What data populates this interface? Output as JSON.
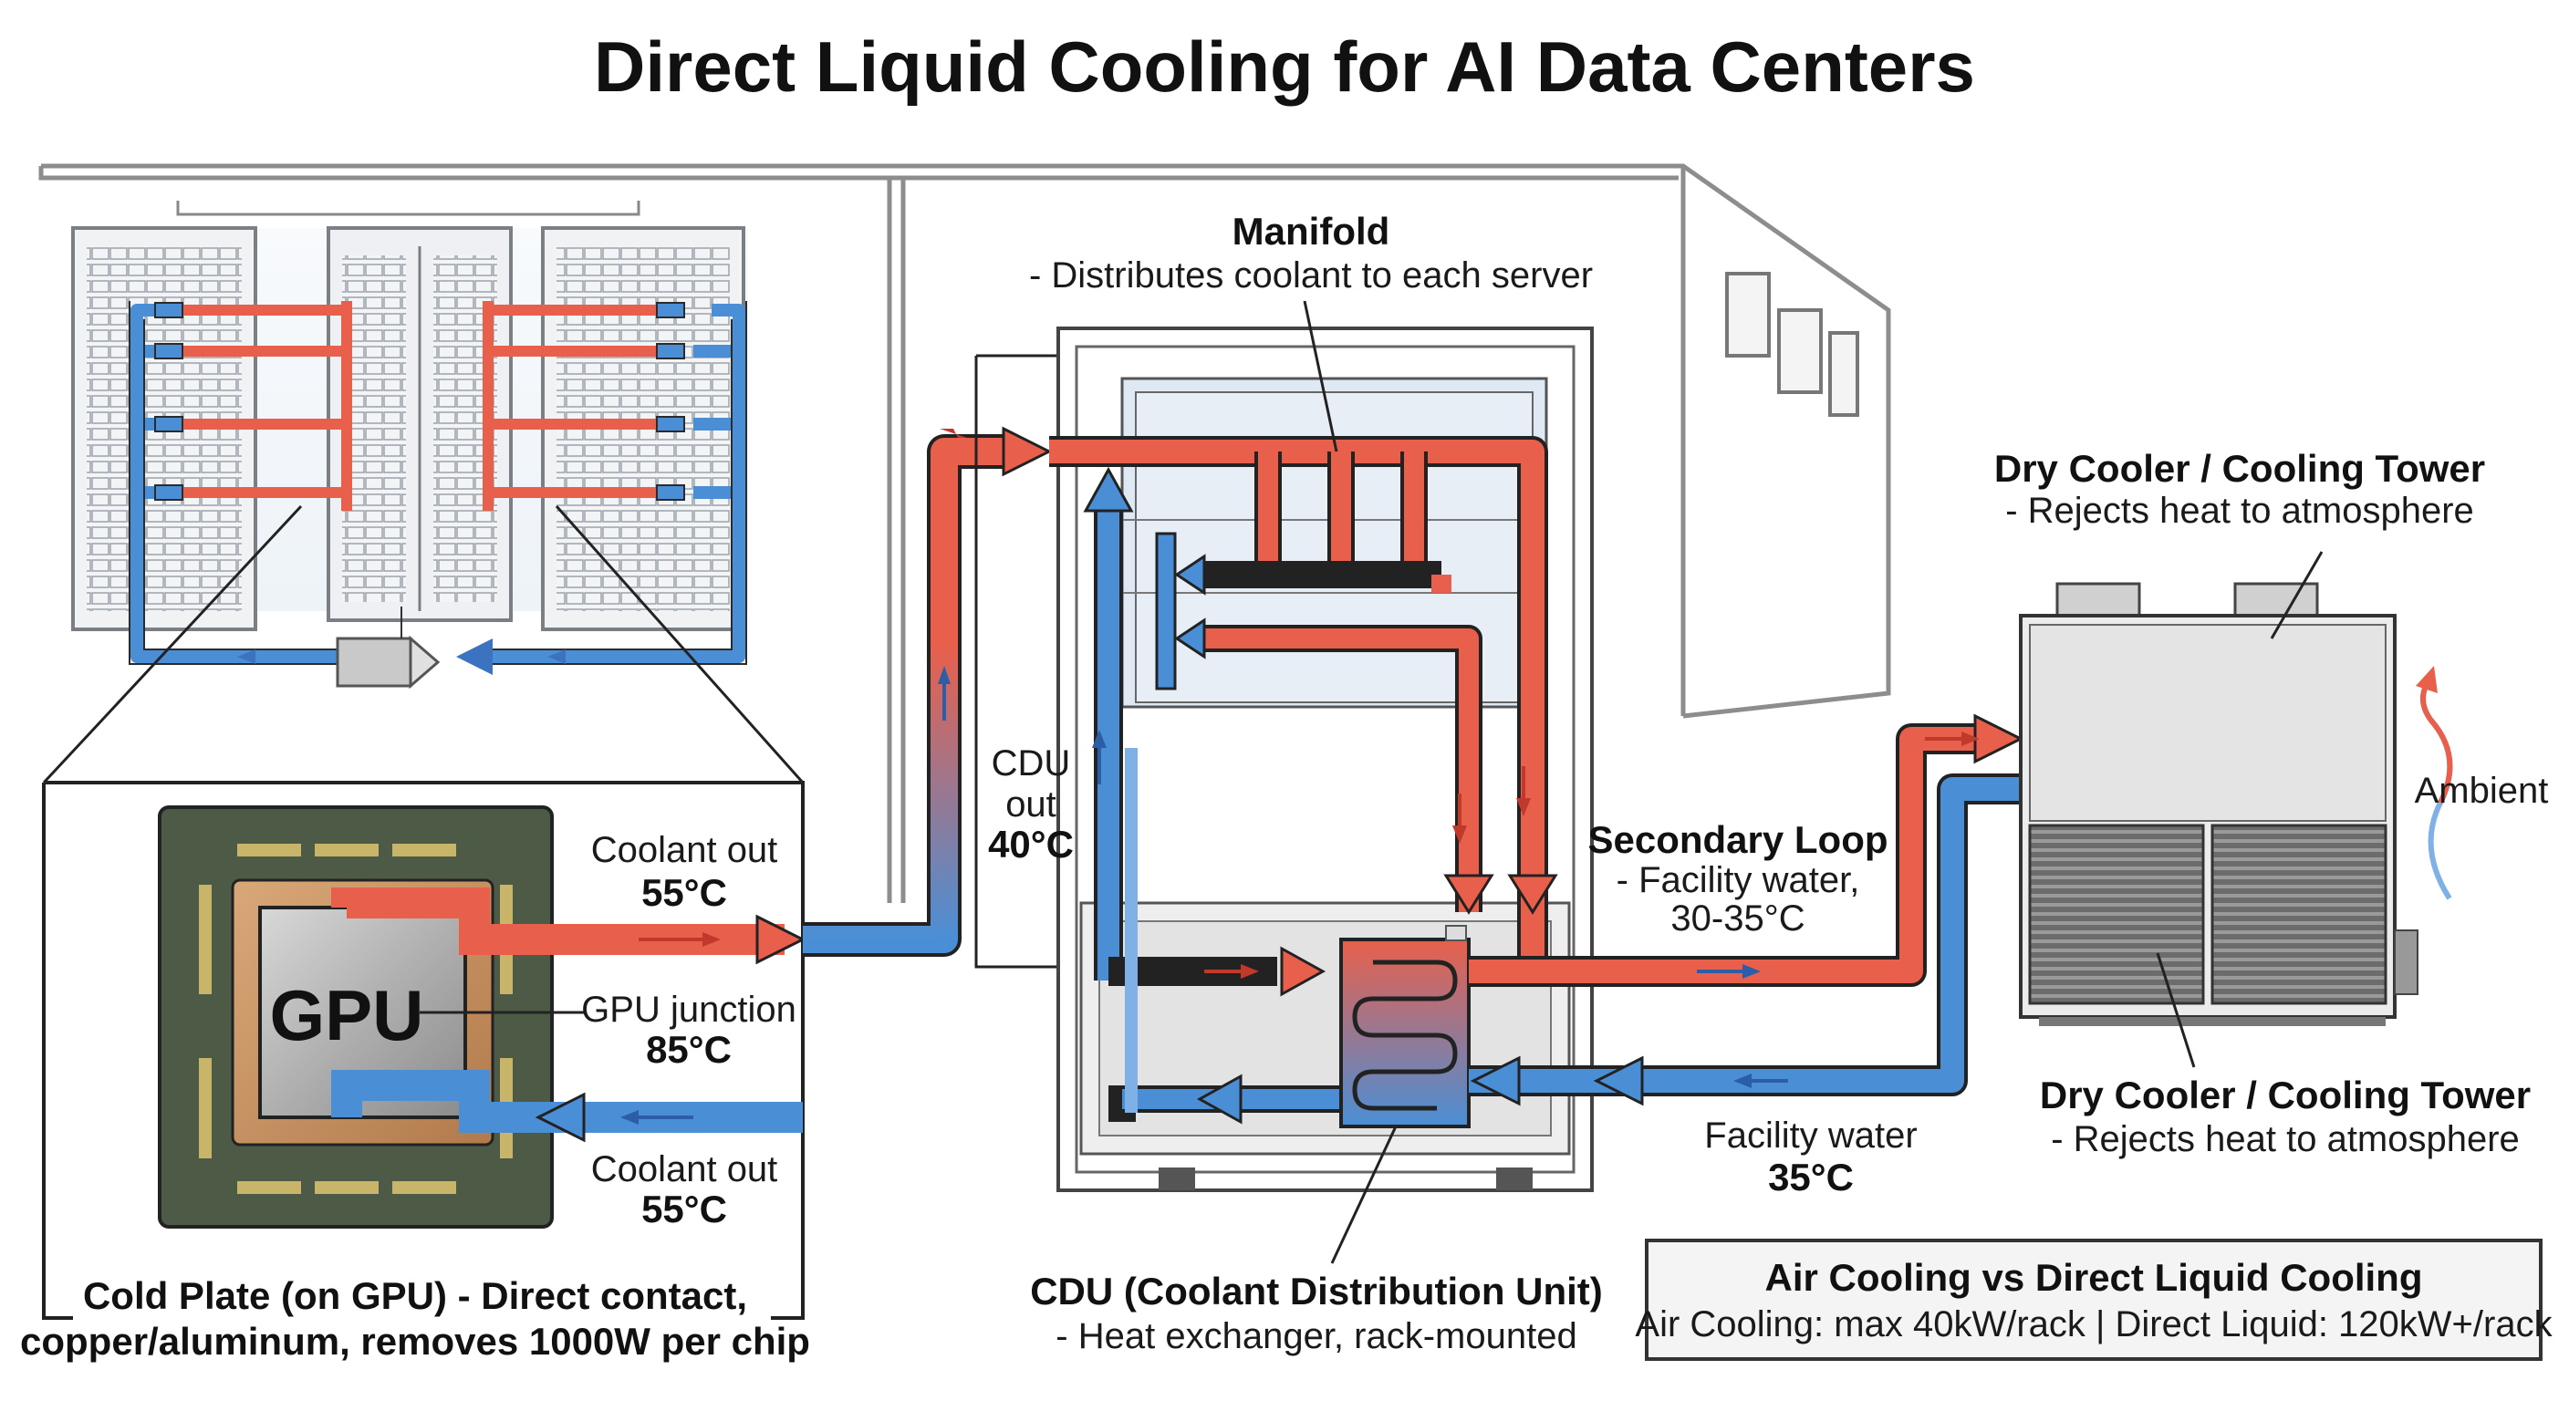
{
  "title": "Direct Liquid Cooling for AI Data Centers",
  "manifold": {
    "title": "Manifold",
    "desc": "- Distributes coolant to each server"
  },
  "gpu_section": {
    "gpu_label": "GPU",
    "coolant_out_top": {
      "label": "Coolant out",
      "temp": "55°C"
    },
    "junction": {
      "label": "GPU junction",
      "temp": "85°C"
    },
    "coolant_out_bottom": {
      "label": "Coolant out",
      "temp": "55°C"
    },
    "cold_plate_line1": "Cold Plate (on GPU) - Direct contact,",
    "cold_plate_line2": "copper/aluminum, removes 1000W per chip"
  },
  "cdu_out": {
    "line1": "CDU",
    "line2": "out",
    "temp": "40°C"
  },
  "cdu": {
    "title": "CDU (Coolant Distribution Unit)",
    "desc": "- Heat exchanger, rack-mounted"
  },
  "secondary_loop": {
    "title": "Secondary Loop",
    "line1": "- Facility water,",
    "line2": "30-35°C"
  },
  "facility_water": {
    "label": "Facility water",
    "temp": "35°C"
  },
  "dry_cooler_top": {
    "title": "Dry Cooler / Cooling Tower",
    "desc": "- Rejects heat to atmosphere"
  },
  "dry_cooler_bottom": {
    "title": "Dry Cooler / Cooling Tower",
    "desc": "- Rejects heat to atmosphere"
  },
  "ambient": "Ambient",
  "comparison": {
    "title": "Air Cooling vs Direct Liquid Cooling",
    "text": "Air Cooling: max 40kW/rack | Direct Liquid: 120kW+/rack"
  },
  "colors": {
    "hot": "#e8604c",
    "cold": "#4a8fd6",
    "outline": "#2b2b2b"
  }
}
